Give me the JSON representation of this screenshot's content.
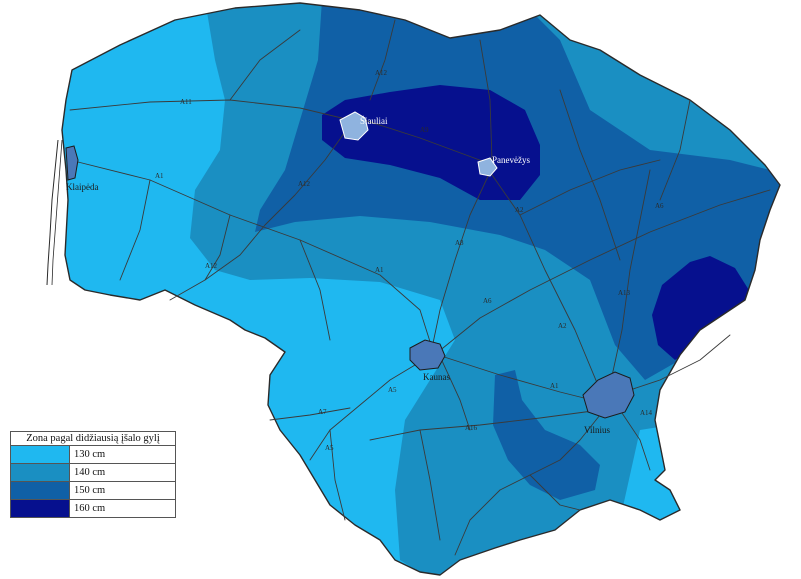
{
  "colors": {
    "zone_130": "#1fb8f0",
    "zone_140": "#1a8fc2",
    "zone_150": "#1060a6",
    "zone_160": "#06108e"
  },
  "cities": {
    "siauliai": "Šiauliai",
    "panevezys": "Panevėžys",
    "klaipeda": "Klaipėda",
    "kaunas": "Kaunas",
    "vilnius": "Vilnius"
  },
  "roads": {
    "a1": "A1",
    "a2": "A2",
    "a5": "A5",
    "a6": "A6",
    "a7": "A7",
    "a8": "A8",
    "a9": "A9",
    "a11": "A11",
    "a12": "A12",
    "a13": "A13",
    "a14": "A14",
    "a16": "A16"
  },
  "legend": {
    "title": "Zona pagal didžiausią įšalo gylį",
    "items": [
      {
        "label": "130 cm",
        "color": "#1fb8f0"
      },
      {
        "label": "140 cm",
        "color": "#1a8fc2"
      },
      {
        "label": "150 cm",
        "color": "#1060a6"
      },
      {
        "label": "160 cm",
        "color": "#06108e"
      }
    ]
  }
}
